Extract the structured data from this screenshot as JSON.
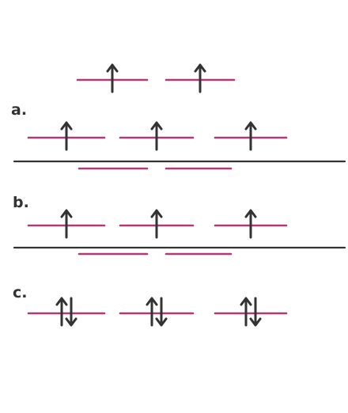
{
  "colors": {
    "orbital": "#b03a78",
    "arrow": "#333333",
    "divider": "#333333",
    "background": "#ffffff"
  },
  "top_group": {
    "orbitals": [
      {
        "electrons": [
          "up"
        ]
      },
      {
        "electrons": [
          "up"
        ]
      }
    ]
  },
  "options": [
    {
      "label": "a.",
      "orbitals": [
        {
          "electrons": [
            "up"
          ]
        },
        {
          "electrons": [
            "up"
          ]
        },
        {
          "electrons": [
            "up"
          ]
        }
      ],
      "below_empty_orbitals": 2
    },
    {
      "label": "b.",
      "orbitals": [
        {
          "electrons": [
            "up"
          ]
        },
        {
          "electrons": [
            "up"
          ]
        },
        {
          "electrons": [
            "up"
          ]
        }
      ],
      "below_empty_orbitals": 2
    },
    {
      "label": "c.",
      "orbitals": [
        {
          "electrons": [
            "up",
            "down"
          ]
        },
        {
          "electrons": [
            "up",
            "down"
          ]
        },
        {
          "electrons": [
            "up",
            "down"
          ]
        }
      ],
      "below_empty_orbitals": 0
    }
  ]
}
